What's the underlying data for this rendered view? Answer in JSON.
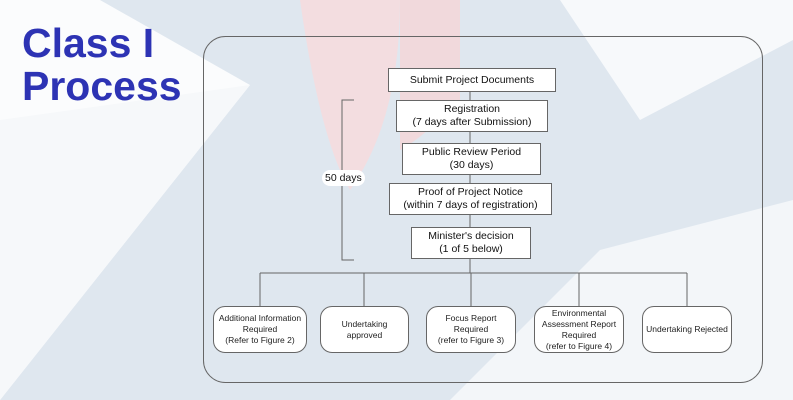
{
  "title": {
    "line1": "Class I",
    "line2": "Process"
  },
  "flow": {
    "submit": "Submit Project Documents",
    "registration": {
      "line1": "Registration",
      "line2": "(7 days after Submission)"
    },
    "public_review": {
      "line1": "Public Review Period",
      "line2": "(30 days)"
    },
    "proof": {
      "line1": "Proof of Project Notice",
      "line2": "(within 7 days of registration)"
    },
    "minister": {
      "line1": "Minister's decision",
      "line2": "(1 of 5 below)"
    },
    "duration_label": "50 days"
  },
  "outcomes": [
    {
      "line1": "Additional Information",
      "line2": "Required",
      "line3": "(Refer to Figure 2)"
    },
    {
      "line1": "Undertaking",
      "line2": "approved",
      "line3": ""
    },
    {
      "line1": "Focus Report",
      "line2": "Required",
      "line3": "(refer to Figure 3)"
    },
    {
      "line1": "Environmental",
      "line2": "Assessment Report",
      "line3": "Required",
      "line4": "(refer to Figure 4)"
    },
    {
      "line1": "Undertaking Rejected",
      "line2": "",
      "line3": ""
    }
  ]
}
